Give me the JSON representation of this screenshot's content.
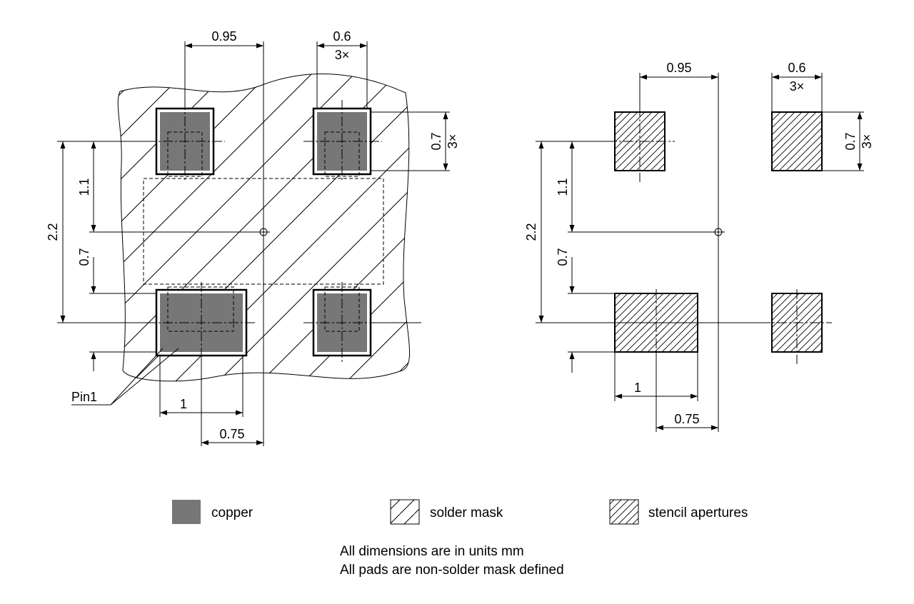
{
  "colors": {
    "copper": "#777777",
    "line": "#000000",
    "background": "#ffffff"
  },
  "footprint_view": {
    "dim_pad_pitch_x": "0.95",
    "dim_pad_width": "0.6",
    "dim_pad_width_qty": "3×",
    "dim_pad_height": "0.7",
    "dim_pad_height_qty": "3×",
    "dim_row_pitch": "2.2",
    "dim_upper_offset": "1.1",
    "dim_pin1_height": "0.7",
    "dim_pin1_width": "1",
    "dim_pin1_offset": "0.75",
    "pin1_label": "Pin1"
  },
  "stencil_view": {
    "dim_pad_pitch_x": "0.95",
    "dim_pad_width": "0.6",
    "dim_pad_width_qty": "3×",
    "dim_pad_height": "0.7",
    "dim_pad_height_qty": "3×",
    "dim_row_pitch": "2.2",
    "dim_upper_offset": "1.1",
    "dim_pin1_height": "0.7",
    "dim_pin1_width": "1",
    "dim_pin1_offset": "0.75"
  },
  "legend": {
    "copper": "copper",
    "solder_mask": "solder mask",
    "stencil": "stencil apertures"
  },
  "notes": {
    "line1": "All dimensions are in units mm",
    "line2": "All pads are non-solder mask defined"
  }
}
